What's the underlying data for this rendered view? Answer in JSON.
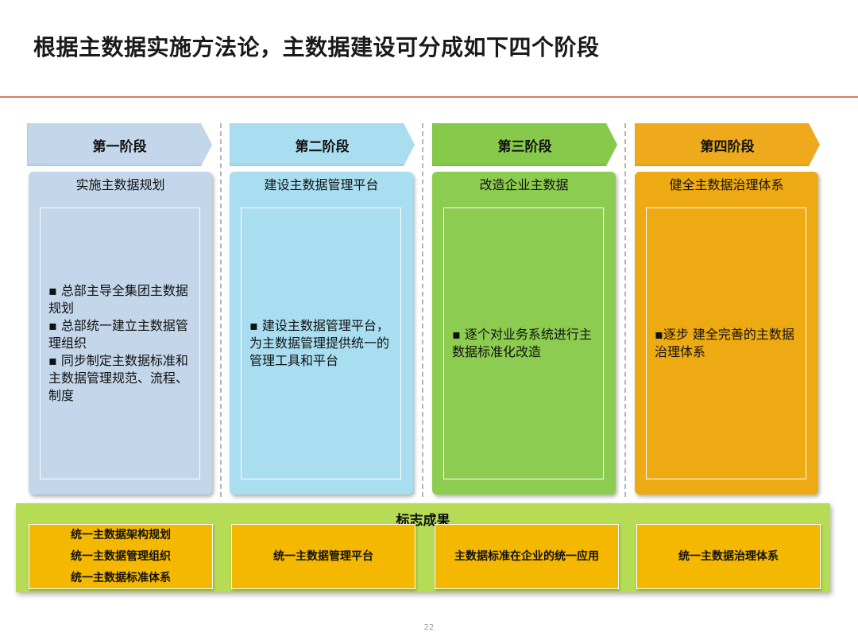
{
  "title": "根据主数据实施方法论，主数据建设可分成如下四个阶段",
  "phases": [
    {
      "stage": "第一阶段",
      "heading": "实施主数据规划",
      "items": [
        "▪ 总部主导全集团主数据规划",
        "▪ 总部统一建立主数据管理组织",
        "▪ 同步制定主数据标准和主数据管理规范、流程、制度"
      ],
      "chevron_color": "#c3d6ea",
      "box_color": "#c3d6ea"
    },
    {
      "stage": "第二阶段",
      "heading": "建设主数据管理平台",
      "items": [
        "▪ 建设主数据管理平台，为主数据管理提供统一的管理工具和平台"
      ],
      "chevron_color": "#a9def0",
      "box_color": "#a9def0"
    },
    {
      "stage": "第三阶段",
      "heading": "改造企业主数据",
      "items": [
        "▪ 逐个对业务系统进行主数据标准化改造"
      ],
      "chevron_color": "#86c94b",
      "box_color": "#8ccc50"
    },
    {
      "stage": "第四阶段",
      "heading": "健全主数据治理体系",
      "items": [
        "▪逐步 建全完善的主数据治理体系"
      ],
      "chevron_color": "#eeaa1c",
      "box_color": "#eeaa12"
    }
  ],
  "outcomes": {
    "title": "标志成果",
    "boxes": [
      [
        "统一主数据架构规划",
        "统一主数据管理组织",
        "统一主数据标准体系"
      ],
      [
        "统一主数据管理平台"
      ],
      [
        "主数据标准在企业的统一应用"
      ],
      [
        "统一主数据治理体系"
      ]
    ]
  },
  "page_number": "22"
}
